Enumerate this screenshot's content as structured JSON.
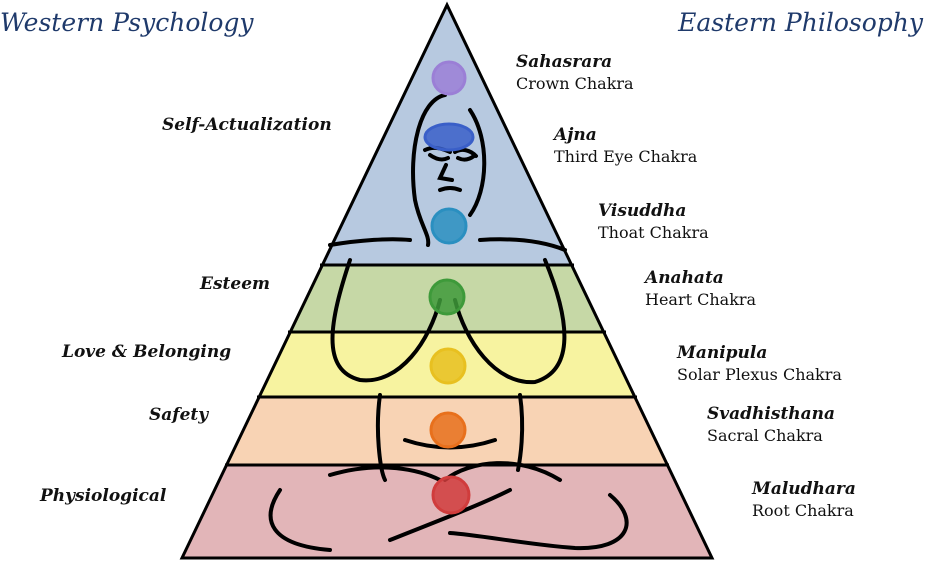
{
  "headers": {
    "left": "Western Psychology",
    "right": "Eastern Philosophy"
  },
  "levels": [
    {
      "label": "Self-Actualization",
      "color": "#b7c9e0"
    },
    {
      "label": "Esteem",
      "color": "#c6d8a6"
    },
    {
      "label": "Love & Belonging",
      "color": "#f7f3a0"
    },
    {
      "label": "Safety",
      "color": "#f8d3b4"
    },
    {
      "label": "Physiological",
      "color": "#e2b5b8"
    }
  ],
  "chakras": [
    {
      "name": "Sahasrara",
      "desc": "Crown Chakra",
      "color": "#9b7fd6"
    },
    {
      "name": "Ajna",
      "desc": "Third Eye Chakra",
      "color": "#3a5fc8"
    },
    {
      "name": "Visuddha",
      "desc": "Thoat Chakra",
      "color": "#2a8fc0"
    },
    {
      "name": "Anahata",
      "desc": "Heart Chakra",
      "color": "#3e9a3a"
    },
    {
      "name": "Manipula",
      "desc": "Solar Plexus Chakra",
      "color": "#e8c020"
    },
    {
      "name": "Svadhisthana",
      "desc": "Sacral Chakra",
      "color": "#e8701c"
    },
    {
      "name": "Maludhara",
      "desc": "Root Chakra",
      "color": "#d03c3c"
    }
  ]
}
